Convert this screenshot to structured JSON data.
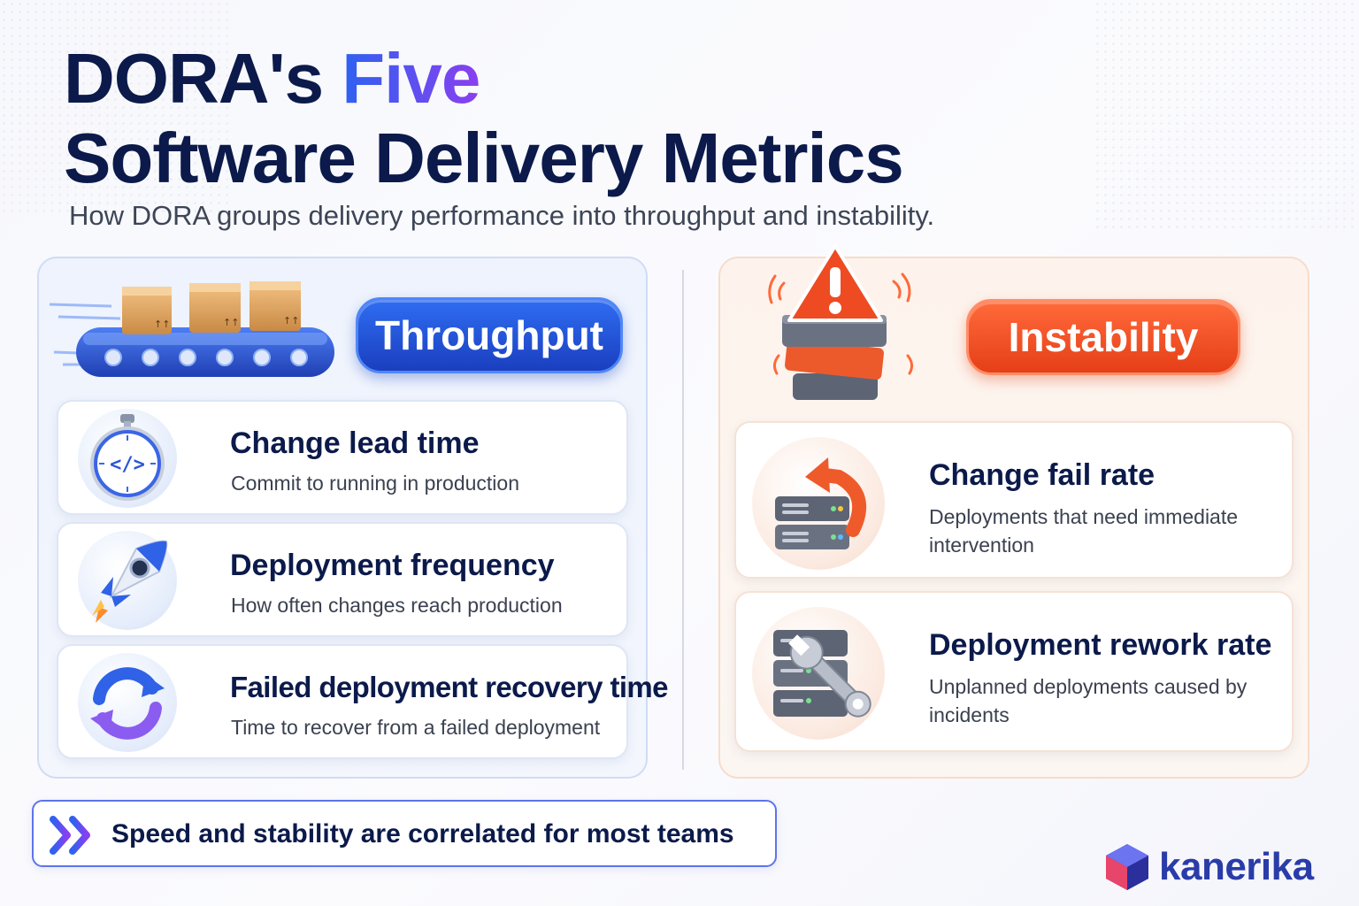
{
  "title": {
    "line1_prefix": "DORA's ",
    "line1_accent": "Five",
    "line2": "Software Delivery Metrics"
  },
  "subtitle": "How DORA groups delivery performance into throughput and instability.",
  "throughput": {
    "label": "Throughput",
    "metrics": [
      {
        "title": "Change lead time",
        "description": "Commit to running in production",
        "icon": "stopwatch-code-icon"
      },
      {
        "title": "Deployment frequency",
        "description": "How often changes reach production",
        "icon": "rocket-icon"
      },
      {
        "title": "Failed deployment recovery time",
        "description": "Time to recover from a failed deployment",
        "icon": "refresh-cycle-icon"
      }
    ]
  },
  "instability": {
    "label": "Instability",
    "metrics": [
      {
        "title": "Change fail rate",
        "description": "Deployments that need immediate intervention",
        "icon": "server-rollback-icon"
      },
      {
        "title": "Deployment rework rate",
        "description": "Unplanned deployments caused by incidents",
        "icon": "server-wrench-icon"
      }
    ]
  },
  "callout": "Speed and stability are correlated for most teams",
  "brand": "kanerika",
  "colors": {
    "navy": "#0b1a4a",
    "blue": "#2f6df2",
    "orange": "#ff5a2a",
    "purple": "#8a3ff0"
  }
}
